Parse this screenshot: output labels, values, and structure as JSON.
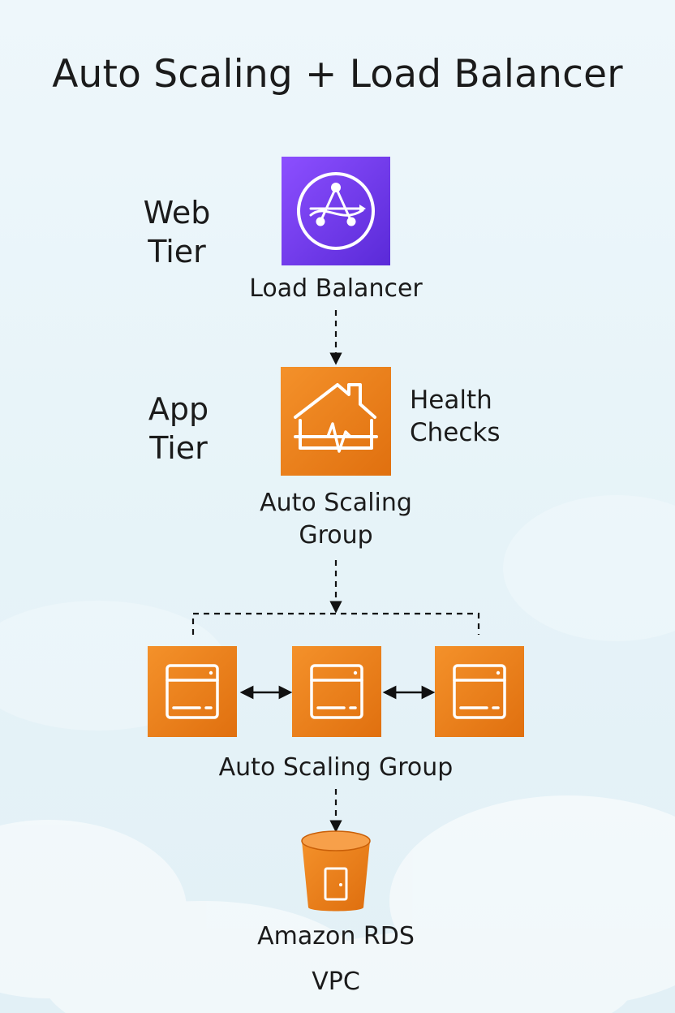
{
  "title": "Auto Scaling + Load Balancer",
  "tiers": {
    "web": [
      "Web",
      "Tier"
    ],
    "app": [
      "App",
      "Tier"
    ]
  },
  "nodes": {
    "load_balancer": {
      "label": "Load Balancer",
      "icon": "load-balancer-icon",
      "color": "#7b3fef"
    },
    "auto_scaling_group": {
      "label_lines": [
        "Auto Scaling",
        "Group"
      ],
      "icon": "auto-scaling-health-icon",
      "color": "#ed7f1b"
    },
    "health_checks": {
      "label_lines": [
        "Health",
        "Checks"
      ]
    },
    "instances": {
      "count": 3,
      "icon": "server-icon",
      "color": "#ed7f1b"
    },
    "instances_group": {
      "label": "Auto Scaling Group"
    },
    "database": {
      "label": "Amazon RDS",
      "icon": "database-bucket-icon",
      "color": "#ed7f1b"
    },
    "network": {
      "label": "VPC"
    }
  },
  "edges": [
    {
      "from": "load_balancer",
      "to": "auto_scaling_group",
      "style": "dashed"
    },
    {
      "from": "auto_scaling_group",
      "to": "instances",
      "style": "dashed"
    },
    {
      "from": "instance-1",
      "to": "instance-2",
      "style": "double-arrow"
    },
    {
      "from": "instance-2",
      "to": "instance-3",
      "style": "double-arrow"
    },
    {
      "from": "instances_group",
      "to": "database",
      "style": "dashed"
    }
  ]
}
